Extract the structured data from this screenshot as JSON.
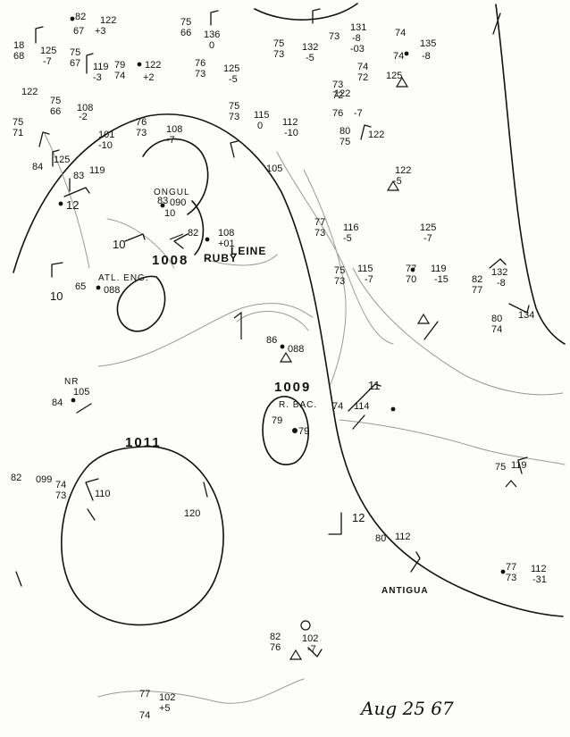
{
  "map": {
    "isobars": {
      "p1011": "1011",
      "p1008": "1008",
      "p1009": "1009"
    },
    "storms": {
      "ruby": "RUBY",
      "ruby_suffix": "LEINE"
    },
    "stations": {
      "antigua": "ANTIGUA",
      "ongul": "ONGUL",
      "atl_eng": "ATL. ENG.",
      "nr": "NR",
      "r_bac": "R. BAC."
    },
    "date_annotation": "Aug 25 67",
    "obs": {
      "a1": "82",
      "a2": "122",
      "a3": "67",
      "a4": "+3",
      "b1": "18",
      "b2": "125",
      "b3": "68",
      "b4": "-7",
      "c1": "75",
      "c2": "67",
      "c3": "119",
      "c4": "-3",
      "d1": "79",
      "d2": "74",
      "d3": "122",
      "d4": "+2",
      "e1": "75",
      "e2": "66",
      "e3": "136",
      "e4": "0",
      "f1": "76",
      "f2": "73",
      "f3": "125",
      "f4": "-5",
      "g1": "75",
      "g2": "73",
      "g3": "132",
      "g4": "-5",
      "h1": "131",
      "h2": "73",
      "h3": "-8",
      "h4": "-03",
      "i1": "74",
      "i2": "135",
      "i3": "74",
      "i4": "-8",
      "j1": "74",
      "j2": "72",
      "j3": "125",
      "k1": "122",
      "k2": "75",
      "k3": "66",
      "k4": "108",
      "k5": "-2",
      "l1": "75",
      "l2": "71",
      "l3": "101",
      "l4": "-10",
      "m1": "76",
      "m2": "73",
      "m3": "108",
      "m4": "-7",
      "n1": "75",
      "n2": "73",
      "n3": "115",
      "n4": "0",
      "o1": "112",
      "o2": "-10",
      "p1": "73",
      "p2": "72",
      "p3": "122",
      "p4": "76",
      "p5": "-7",
      "q1": "80",
      "q2": "75",
      "q3": "122",
      "r1": "84",
      "r2": "125",
      "r3": "83",
      "r4": "119",
      "s1": "105",
      "t1": "122",
      "t2": "-5",
      "u1": "77",
      "u2": "73",
      "u3": "116",
      "u4": "-5",
      "v1": "125",
      "v2": "-7",
      "w1": "75",
      "w2": "73",
      "w3": "115",
      "w4": "-7",
      "x1": "77",
      "x2": "70",
      "x3": "119",
      "x4": "-15",
      "y1": "82",
      "y2": "77",
      "y3": "132",
      "y4": "-8",
      "z1": "80",
      "z2": "74",
      "z3": "134",
      "aa1": "83",
      "aa2": "090",
      "aa3": "10",
      "ab1": "82",
      "ab2": "108",
      "ab3": "+01",
      "ac1": "65",
      "ac2": "088",
      "ad1": "86",
      "ad2": "088",
      "ae1": "84",
      "ae2": "105",
      "af1": "74",
      "af2": "114",
      "ag1": "79",
      "ag2": "79",
      "ah1": "75",
      "ah2": "119",
      "ai1": "82",
      "ai2": "099",
      "ai3": "74",
      "ai4": "73",
      "aj1": "110",
      "aj2": "120",
      "ak1": "80",
      "ak2": "112",
      "al1": "77",
      "al2": "73",
      "al3": "112",
      "al4": "-31",
      "am1": "82",
      "am2": "76",
      "am3": "102",
      "am4": "-7",
      "an1": "77",
      "an2": "102",
      "an3": "74",
      "an4": "+5",
      "ao1": "12",
      "ao2": "10",
      "ao3": "10",
      "ao4": "12",
      "ao5": "11"
    }
  }
}
